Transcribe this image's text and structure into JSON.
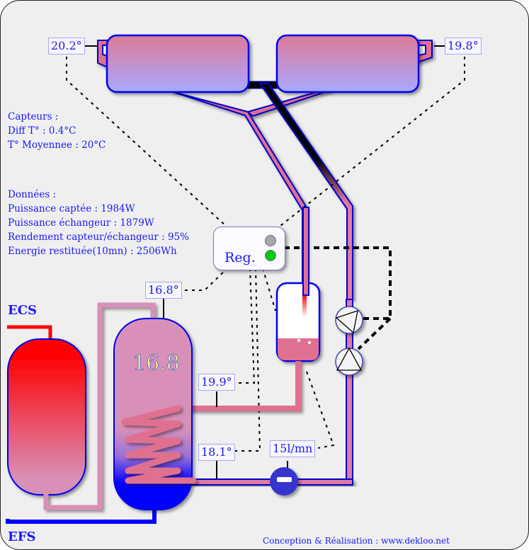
{
  "sensors": {
    "collector_left": "20.2°",
    "collector_right": "19.8°",
    "tank_top": "16.8°",
    "exchanger_in": "19.9°",
    "exchanger_out": "18.1°",
    "flow": "15l/mn"
  },
  "capteurs": {
    "title": "Capteurs :",
    "diff": "Diff T° : 0.4°C",
    "moyenne": "T° Moyennee : 20°C"
  },
  "donnees": {
    "title": "Données :",
    "puissance_captee": "Puissance captée : 1984W",
    "puissance_echangeur": "Puissance échangeur : 1879W",
    "rendement": "Rendement capteur/échangeur : 95%",
    "energie": "Energie restituée(10mn) : 2506Wh"
  },
  "regulator": {
    "label": "Reg.",
    "led_top_color": "#a8a8a8",
    "led_bottom_color": "#00cc00"
  },
  "tank": {
    "temperature": "16.8"
  },
  "labels": {
    "ecs": "ECS",
    "efs": "EFS"
  },
  "footer": {
    "credit": "Conception & Réalisation : www.dekloo.net"
  },
  "colors": {
    "hot_pipe": "#e07090",
    "cold_pipe": "#0000ff",
    "outline": "#0000cc",
    "text": "#1a1aff"
  }
}
